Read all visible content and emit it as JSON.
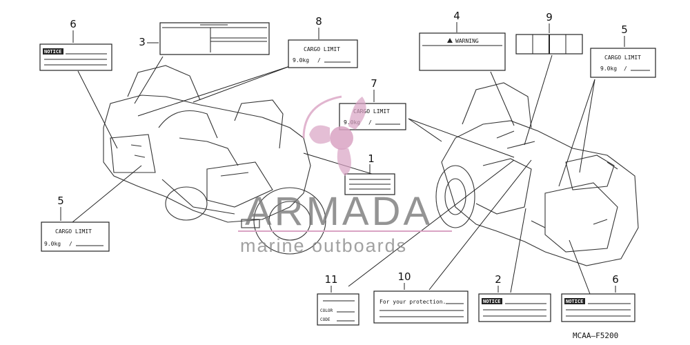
{
  "figure_code": "MCAA—F5200",
  "watermark": {
    "brand": "ARMADA",
    "tagline": "marine outboards",
    "logo_color": "#d9a3c3",
    "line_color": "#d9a3c3"
  },
  "callouts": {
    "c1": "1",
    "c2": "2",
    "c3": "3",
    "c4": "4",
    "c5a": "5",
    "c5b": "5",
    "c6a": "6",
    "c6b": "6",
    "c7": "7",
    "c8": "8",
    "c9": "9",
    "c10": "10",
    "c11": "11"
  },
  "labels": {
    "cargo_limit": "CARGO LIMIT",
    "cargo_value": "9.0kg",
    "slash": "/",
    "warning": "WARNING",
    "notice": "NOTICE",
    "protection": "For your protection.",
    "color": "COLOR",
    "code": "CODE"
  }
}
